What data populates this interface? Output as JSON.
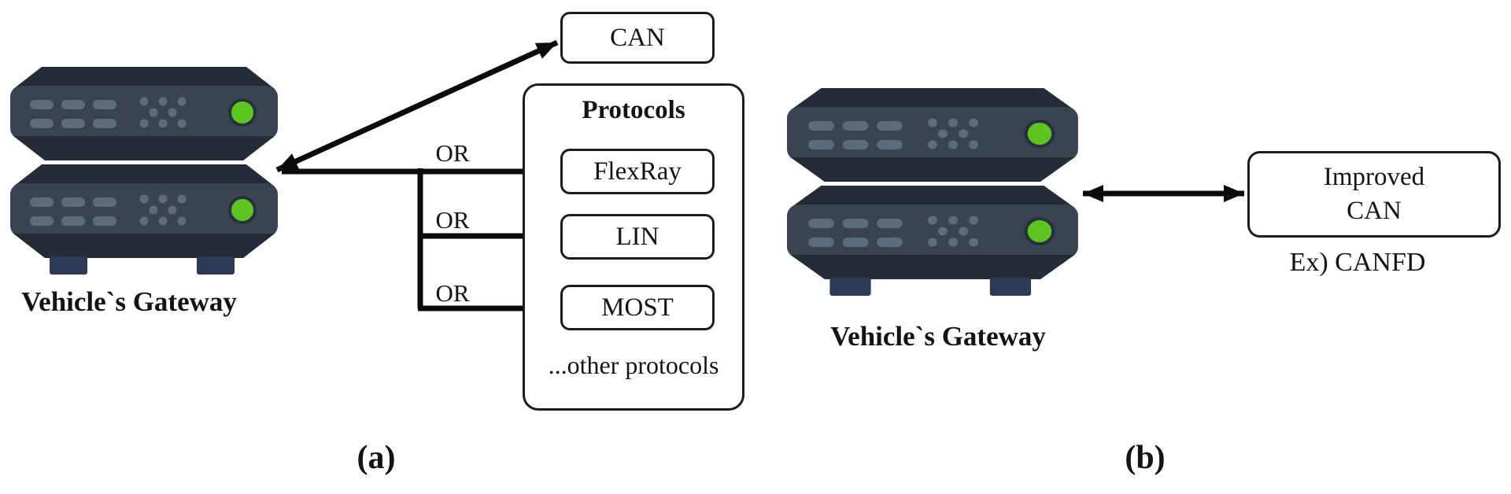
{
  "figure": {
    "panel_a": {
      "caption": "(a)",
      "gateway_label": "Vehicle`s Gateway",
      "gateway_icon": "server-stack-icon",
      "can_box_label": "CAN",
      "protocols_group": {
        "title": "Protocols",
        "items": [
          "FlexRay",
          "LIN",
          "MOST"
        ],
        "footer": "...other protocols"
      },
      "or_labels": [
        "OR",
        "OR",
        "OR"
      ]
    },
    "panel_b": {
      "caption": "(b)",
      "gateway_label": "Vehicle`s Gateway",
      "gateway_icon": "server-stack-icon",
      "improved_can_box": {
        "line1": "Improved",
        "line2": "CAN"
      },
      "example_label": "Ex) CANFD"
    },
    "colors": {
      "background": "#ffffff",
      "line": "#0b0b0b",
      "box_border": "#1c1c1c",
      "server_band": "#3a4450",
      "server_bevel": "#232c37",
      "server_detail": "#5c6c7c",
      "server_feet": "#2d3a55",
      "led_green": "#5dc51f"
    }
  }
}
